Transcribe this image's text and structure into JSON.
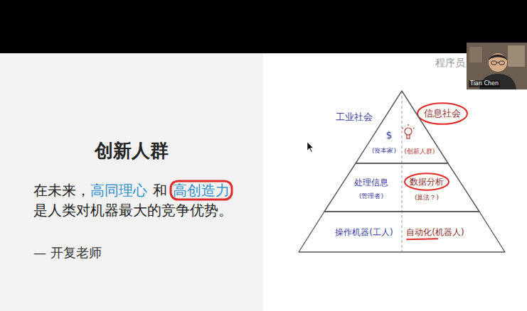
{
  "diagram": {
    "nodes": [
      {
        "text": [
          "创新人群",
          "在未来，",
          "高同理心",
          "和",
          "高创造力",
          "是人类对机器最大的竞争优势。",
          "— 开复老师"
        ]
      },
      {
        "text": [
          "$",
          "(资本家)",
          "(创新人群)"
        ]
      },
      {
        "text": [
          "处理信息",
          "(管理者)",
          "数据分析",
          "(算法？)"
        ]
      },
      {
        "text": [
          "操作机器(工人)",
          "自动化(机器人)"
        ]
      },
      {
        "text": [
          "Tian Chen"
        ]
      }
    ],
    "labels": [
      "工业社会",
      "信息社会",
      "程序员"
    ]
  }
}
